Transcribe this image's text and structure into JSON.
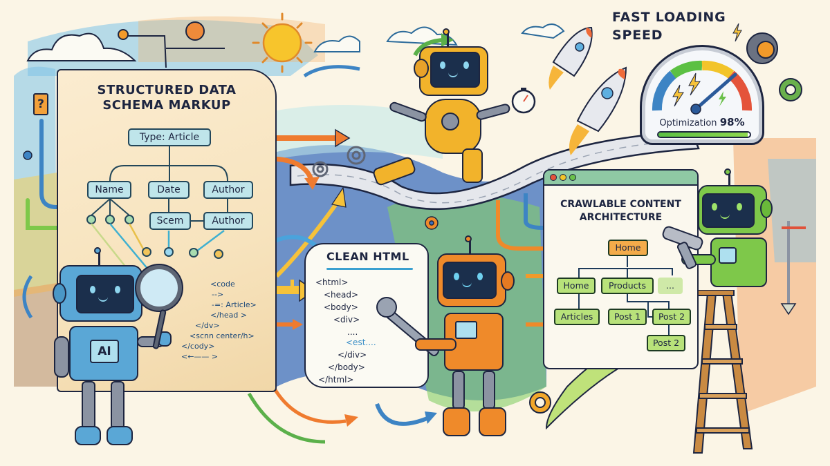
{
  "illustration": {
    "theme": "AI-friendly website optimization",
    "colors": {
      "background": "#fbf5e6",
      "ink": "#1d2540",
      "parchment": "#f7e3bd",
      "schema_node": "#bfe5ea",
      "crawl_node": "#b8e27a",
      "crawl_root": "#f3ab4a",
      "robot_blue": "#5aa7d6",
      "robot_yellow": "#f2b32b",
      "robot_orange": "#ef8a2a",
      "robot_green": "#7ec84a",
      "accent_sky": "#4aa3dc"
    }
  },
  "schema_panel": {
    "title_line1": "STRUCTURED DATA",
    "title_line2": "SCHEMA MARKUP",
    "root_node": "Type: Article",
    "level1": [
      "Name",
      "Date",
      "Author"
    ],
    "level2": [
      "Scem",
      "Author"
    ],
    "code_lines": [
      "<code",
      "-->",
      "-=: Article>",
      "</head >",
      "</dv>",
      "<scnn center/h>",
      "</cody>",
      "<←—— >"
    ]
  },
  "inspector_robot": {
    "badge": "AI",
    "tool": "magnifying-glass"
  },
  "clean_html_panel": {
    "title": "CLEAN HTML",
    "lines": [
      "<html>",
      "<head>",
      "<body>",
      "<div>",
      "....",
      "<est....",
      "</div>",
      "</body>",
      "</html>"
    ]
  },
  "mechanic_robot": {
    "tool": "wrench"
  },
  "speed_panel": {
    "title_line1": "FAST LOADING",
    "title_line2": "SPEED",
    "gauge_label": "Optimization",
    "gauge_value": "98%",
    "progress_percent": 98
  },
  "runner_robot": {
    "prop": "stopwatch"
  },
  "crawl_panel": {
    "title_line1": "CRAWLABLE CONTENT",
    "title_line2": "ARCHITECTURE",
    "root": "Home",
    "level1": [
      "Home",
      "Products",
      "..."
    ],
    "level2": [
      "Articles",
      "Post 1",
      "Post 2"
    ],
    "level3": [
      "Post 2"
    ]
  },
  "crawler_robot": {
    "tool": "scanner",
    "stand": "ladder"
  },
  "decorations": {
    "help_box": "?"
  }
}
